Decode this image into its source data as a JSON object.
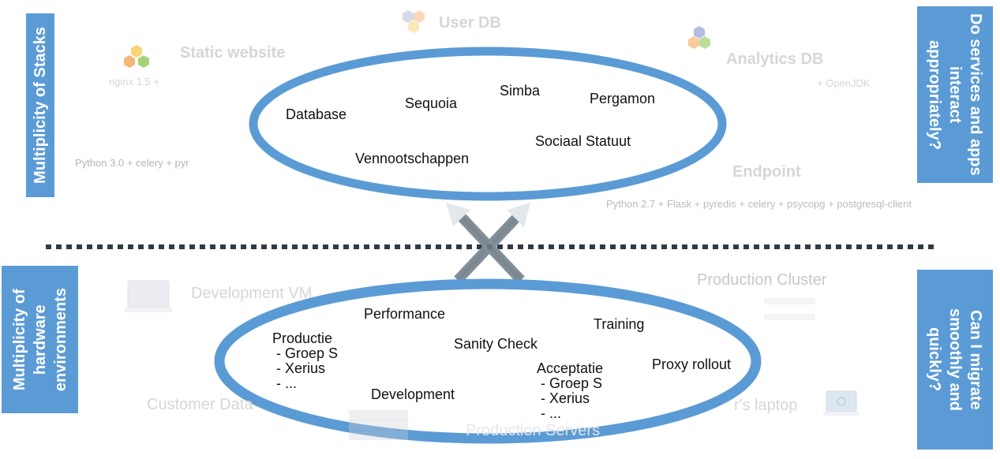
{
  "left_labels": {
    "top": "Multiplicity of Stacks",
    "bottom": "Multiplicity of\nhardware\nenvironments"
  },
  "right_labels": {
    "top": "Do services and apps\ninteract\nappropriately?",
    "bottom": "Can I migrate\nsmoothly and\nquickly?"
  },
  "ghost_top": {
    "user_db": "User DB",
    "static_website": "Static website",
    "static_website_sub": "nginx 1.5 + ",
    "analytics_db": "Analytics DB",
    "analytics_db_sub": " + OpenJDK",
    "python3_sub": "Python 3.0 + celery + pyr",
    "endpoint": "Endpoint",
    "endpoint_sub": "Python 2.7 + Flask + pyredis + celery + psycopg + postgresql-client"
  },
  "ghost_bottom": {
    "dev_vm": "Development VM",
    "prod_cluster": "Production Cluster",
    "customer_data": "Customer Data",
    "laptop": "r's laptop",
    "prod_servers": "Production Servers"
  },
  "top_ellipse_items": {
    "database": "Database",
    "sequoia": "Sequoia",
    "simba": "Simba",
    "pergamon": "Pergamon",
    "sociaal_statuut": "Sociaal Statuut",
    "vennootschappen": "Vennootschappen"
  },
  "bottom_ellipse_items": {
    "performance": "Performance",
    "training": "Training",
    "productie": "Productie\n - Groep S\n - Xerius\n - ...",
    "sanity_check": "Sanity Check",
    "acceptatie": "Acceptatie\n - Groep S\n - Xerius\n - ...",
    "proxy_rollout": "Proxy rollout",
    "development": "Development"
  },
  "colors": {
    "label_box": "#5b9bd5",
    "ellipse": "#5b9bd5",
    "divider": "#2f3b45",
    "ghost_text": "#d6d6d6"
  },
  "icons": {
    "stack_icon": "hexagon-cluster-icon",
    "laptop_icon": "laptop-icon",
    "server_icon": "server-rack-icon",
    "cross_arrows": "crossed-arrows-icon"
  }
}
